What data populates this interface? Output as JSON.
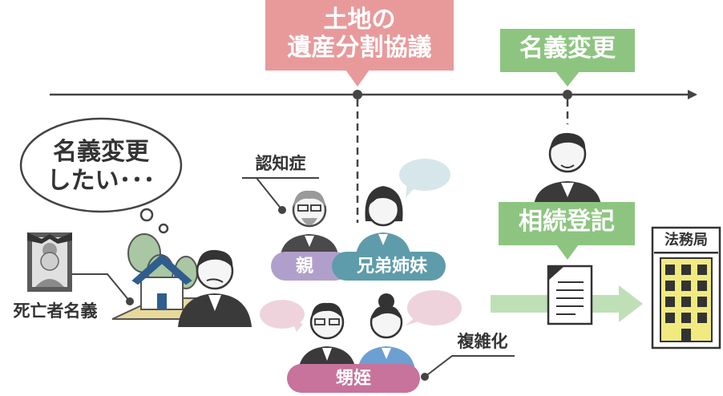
{
  "timeline": {
    "event1": "土地の\n遺産分割協議",
    "event2": "名義変更"
  },
  "thought": {
    "text": "名義変更\nしたい･･･"
  },
  "deceased": {
    "label": "死亡者名義"
  },
  "parent": {
    "annotation": "認知症",
    "tag": "親"
  },
  "siblings": {
    "tag": "兄弟姉妹"
  },
  "nephews": {
    "tag": "甥姪",
    "annotation": "複雑化"
  },
  "registration": {
    "label": "相続登記"
  },
  "bureau": {
    "label": "法務局"
  },
  "colors": {
    "pink": "#e89a9b",
    "green": "#8dc580",
    "purple": "#b19fcb",
    "teal": "#5e9cab",
    "magenta": "#c7739b",
    "yellow": "#f0ea80",
    "dark": "#444444"
  }
}
